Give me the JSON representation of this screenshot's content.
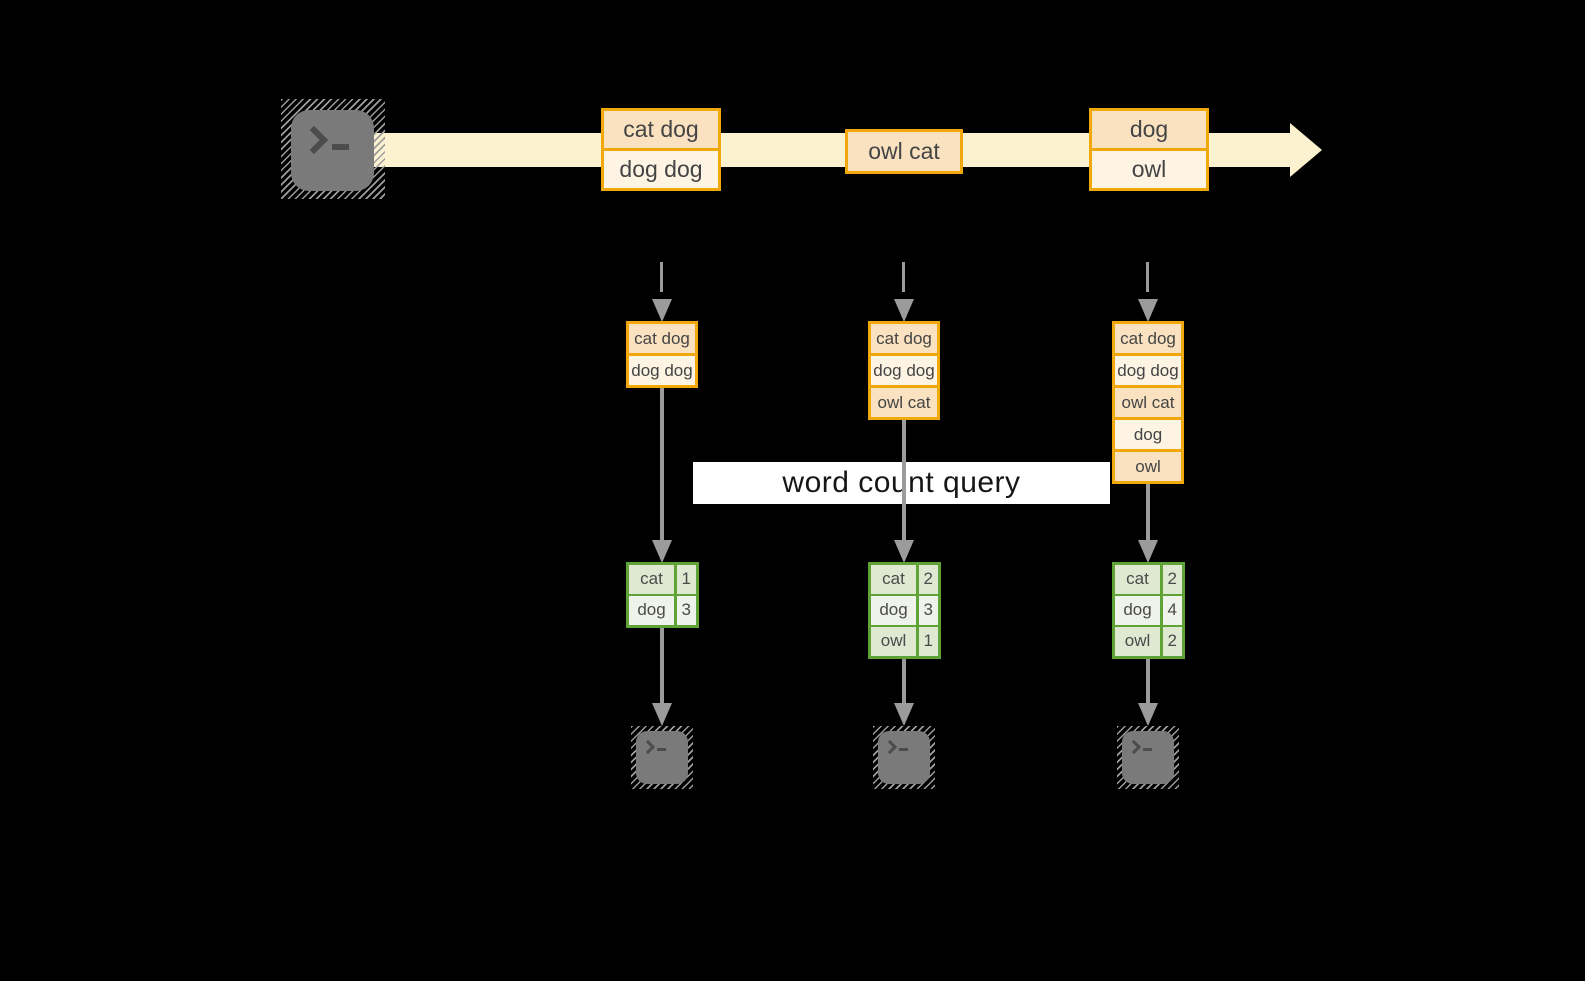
{
  "query_band": {
    "label": "word count query"
  },
  "stream": {
    "events": [
      {
        "lines": [
          "cat dog",
          "dog dog"
        ]
      },
      {
        "lines": [
          "owl cat"
        ]
      },
      {
        "lines": [
          "dog",
          "owl"
        ]
      }
    ]
  },
  "snapshots": [
    {
      "accumulated": [
        "cat dog",
        "dog dog"
      ],
      "counts": [
        [
          "cat",
          "1"
        ],
        [
          "dog",
          "3"
        ]
      ]
    },
    {
      "accumulated": [
        "cat dog",
        "dog dog",
        "owl cat"
      ],
      "counts": [
        [
          "cat",
          "2"
        ],
        [
          "dog",
          "3"
        ],
        [
          "owl",
          "1"
        ]
      ]
    },
    {
      "accumulated": [
        "cat dog",
        "dog dog",
        "owl cat",
        "dog",
        "owl"
      ],
      "counts": [
        [
          "cat",
          "2"
        ],
        [
          "dog",
          "4"
        ],
        [
          "owl",
          "2"
        ]
      ]
    }
  ],
  "icons": {
    "source": "terminal-icon",
    "sinks": [
      "terminal-icon",
      "terminal-icon",
      "terminal-icon"
    ]
  },
  "colors": {
    "background": "#000000",
    "box_border": "#f0a80a",
    "box_fill_dark": "#fae2c1",
    "box_fill_light": "#fdf4e4",
    "stream_band": "#fcf2cf",
    "table_border": "#5fa336",
    "table_fill_dark": "#dfe9d2",
    "table_fill_light": "#eff3ea",
    "arrow": "#9b9b9b",
    "terminal_fill": "#7a7a7a",
    "query_band_bg": "#ffffff"
  }
}
